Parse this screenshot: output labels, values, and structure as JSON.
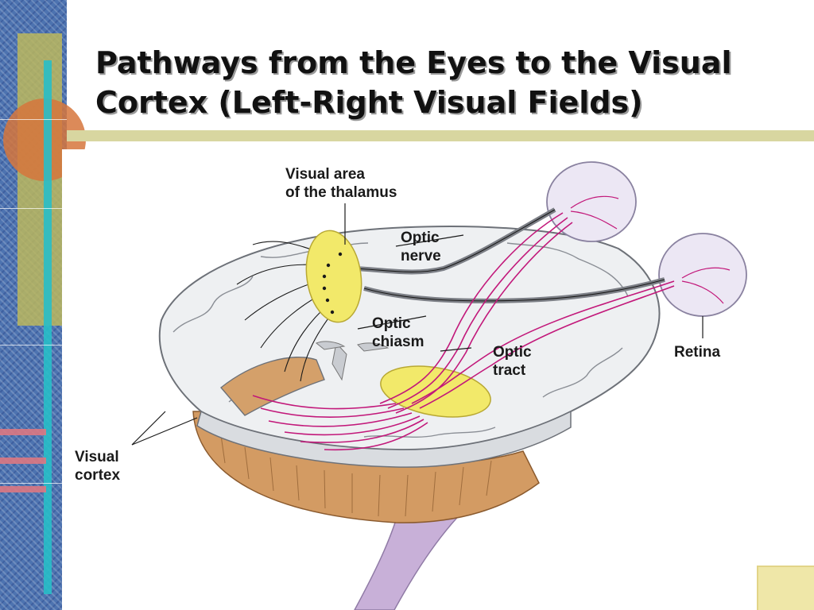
{
  "slide": {
    "title_line1": "Pathways from the Eyes to the Visual",
    "title_line2": "Cortex (Left-Right Visual Fields)"
  },
  "labels": {
    "thalamus_line1": "Visual area",
    "thalamus_line2": "of the thalamus",
    "optic_nerve_line1": "Optic",
    "optic_nerve_line2": "nerve",
    "optic_chiasm_line1": "Optic",
    "optic_chiasm_line2": "chiasm",
    "optic_tract_line1": "Optic",
    "optic_tract_line2": "tract",
    "retina": "Retina",
    "visual_cortex_line1": "Visual",
    "visual_cortex_line2": "cortex"
  },
  "colors": {
    "pathway_magenta": "#c2187a",
    "thalamus_yellow": "#f2e96a",
    "brain_gray": "#eef0f2",
    "cerebellum_tan": "#d39b63",
    "brainstem_lavender": "#c8b0d8",
    "accent_olive": "#d8d6a0"
  }
}
